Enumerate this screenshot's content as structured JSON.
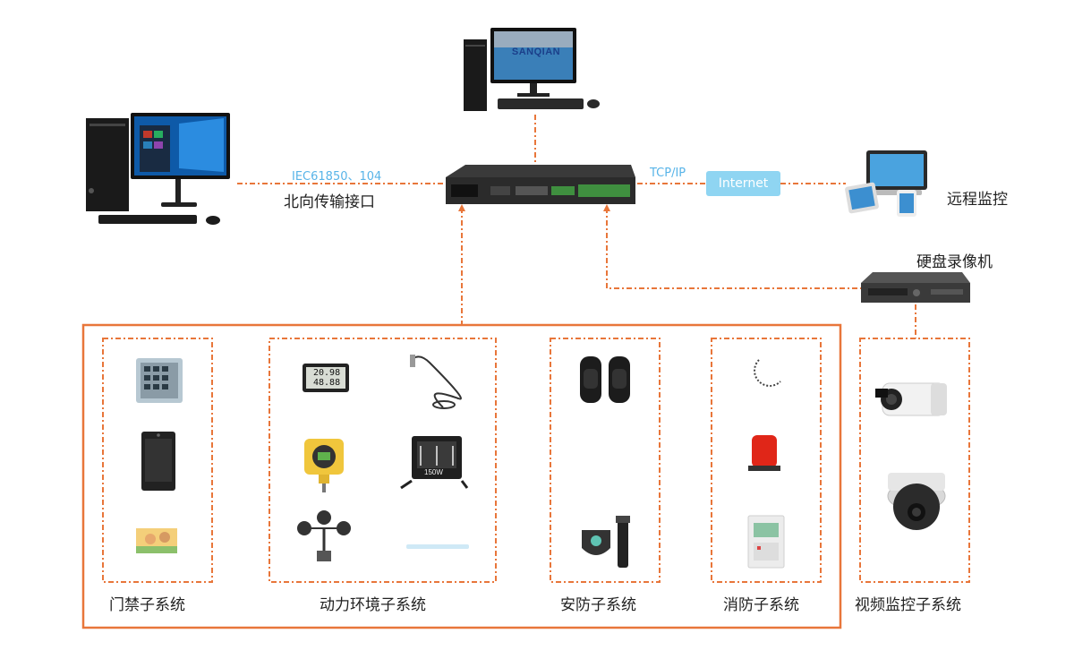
{
  "links": {
    "north_protocol": "IEC61850、104",
    "north_interface": "北向传输接口",
    "wan_protocol": "TCP/IP",
    "internet": "Internet"
  },
  "devices": {
    "remote_monitor": "远程监控",
    "nvr": "硬盘录像机",
    "brand": "SANQIAN"
  },
  "subsystems": {
    "access": "门禁子系统",
    "environment": "动力环境子系统",
    "security": "安防子系统",
    "fire": "消防子系统",
    "video": "视频监控子系统"
  },
  "colors": {
    "accent": "#e8763a",
    "link_blue": "#58b4e8",
    "internet_bg": "#8fd5f2"
  },
  "icons": [
    "desktop-pc-icon",
    "server-pc-icon",
    "gateway-device-icon",
    "laptop-tablets-icon",
    "nvr-icon",
    "keypad-icon",
    "face-terminal-icon",
    "photo-card-icon",
    "temp-display-icon",
    "sensor-probe-icon",
    "gas-detector-icon",
    "led-floodlight-icon",
    "anemometer-icon",
    "panel-sensor-icon",
    "ir-beam-icon",
    "patrol-reader-icon",
    "flashlight-icon",
    "smoke-detector-icon",
    "alarm-beacon-icon",
    "fire-panel-icon",
    "bullet-camera-icon",
    "dome-camera-icon"
  ],
  "readouts": {
    "temp": "20.98",
    "humid": "48.88",
    "flood_watt": "150W"
  }
}
